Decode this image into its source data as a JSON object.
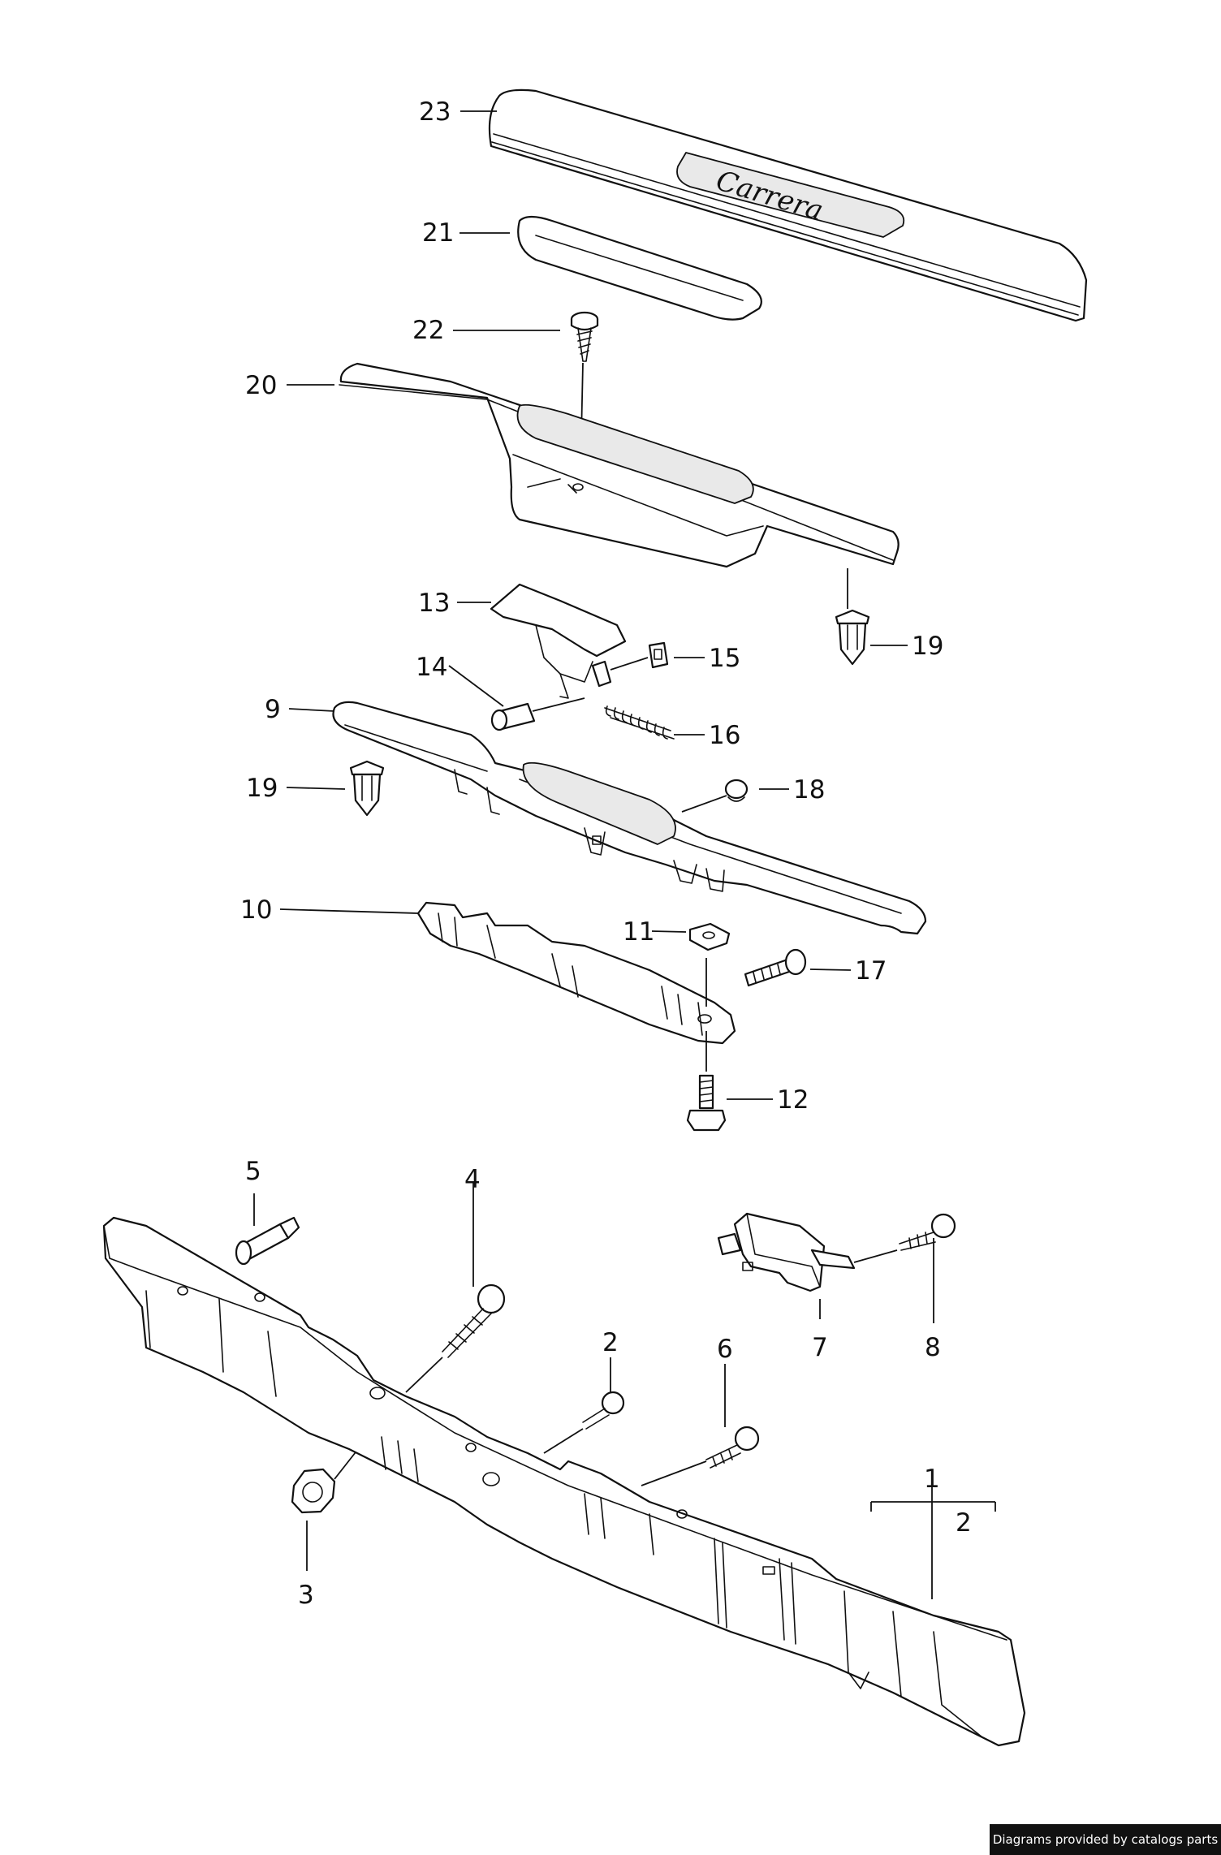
{
  "callouts": {
    "c1": "1",
    "c2a": "2",
    "c2b": "2",
    "c3": "3",
    "c4": "4",
    "c5": "5",
    "c6": "6",
    "c7": "7",
    "c8": "8",
    "c9": "9",
    "c10": "10",
    "c11": "11",
    "c12": "12",
    "c13": "13",
    "c14": "14",
    "c15": "15",
    "c16": "16",
    "c17": "17",
    "c18": "18",
    "c19a": "19",
    "c19b": "19",
    "c20": "20",
    "c21": "21",
    "c22": "22",
    "c23": "23"
  },
  "sill_script": "Carrera",
  "credit": "Diagrams provided by catalogs parts"
}
